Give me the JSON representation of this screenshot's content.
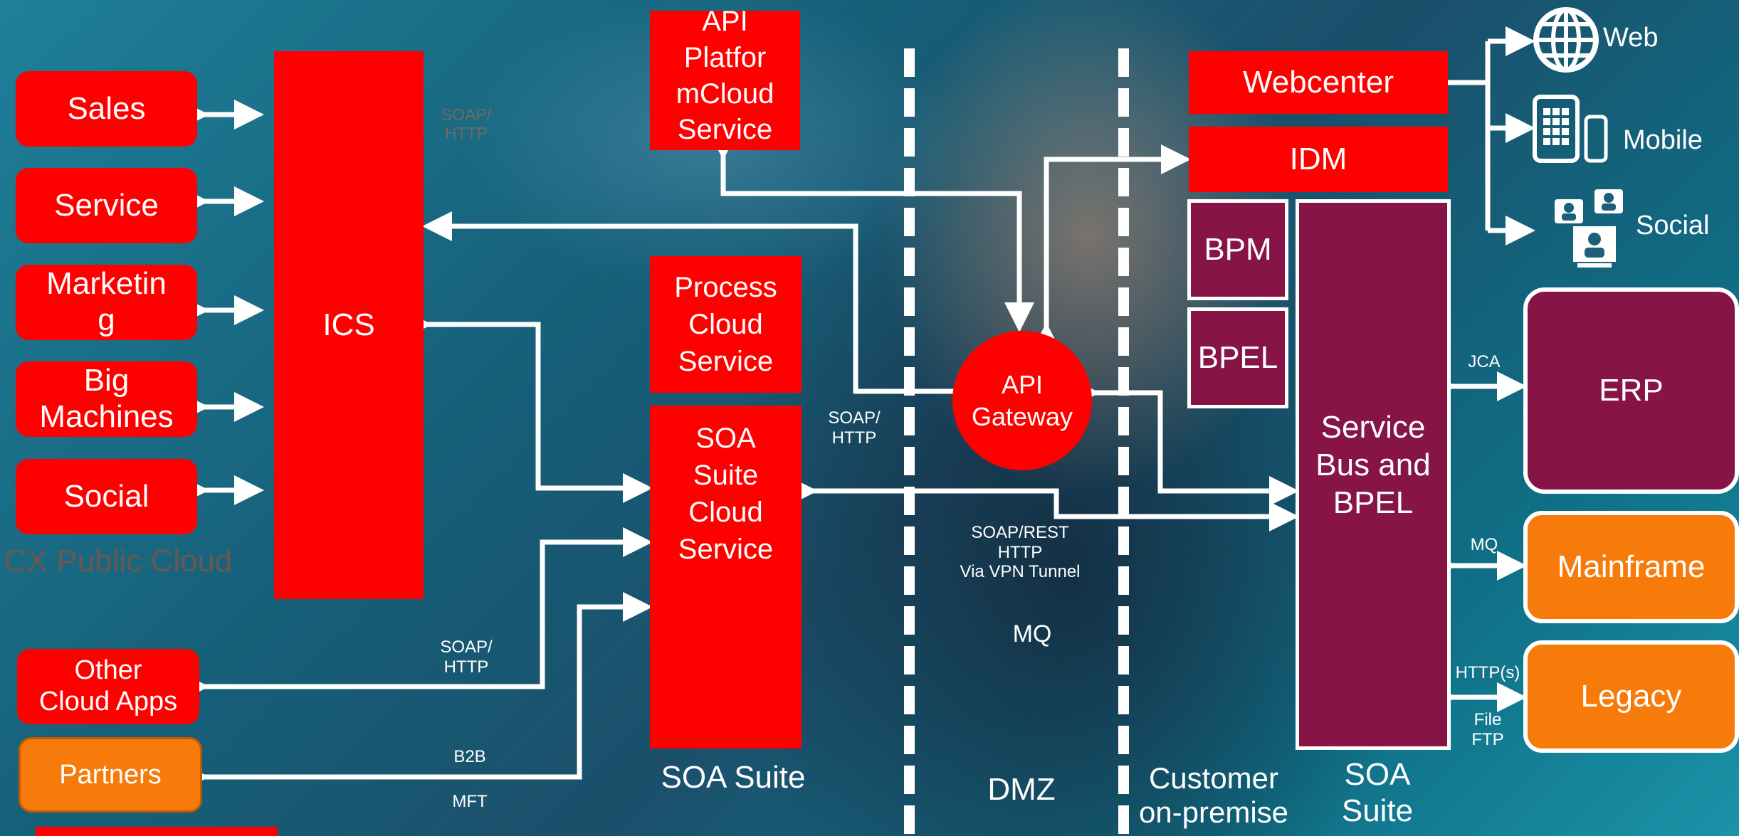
{
  "cx": {
    "items": [
      "Sales",
      "Service",
      "Marketin\ng",
      "Big\nMachines",
      "Social"
    ],
    "caption": "CX Public Cloud"
  },
  "ics": {
    "label": "ICS"
  },
  "soap_http_top": "SOAP/\nHTTP",
  "api_platform": {
    "label": "API\nPlatfor\nmCloud\nService"
  },
  "process_cloud": {
    "label": "Process\nCloud\nService"
  },
  "soa_cloud": {
    "label": "SOA\nSuite\nCloud\nService"
  },
  "soa_cloud_protocol": "SOAP/\nHTTP",
  "soa_suite_caption": "SOA Suite",
  "other_cloud": {
    "label": "Other\nCloud Apps",
    "protocol": "SOAP/\nHTTP"
  },
  "partners": {
    "label": "Partners",
    "protocol": "B2B",
    "protocol2": "MFT"
  },
  "api_gateway": {
    "label": "API\nGateway"
  },
  "dmz": {
    "tunnel_text": "SOAP/REST\nHTTP\nVia VPN Tunnel",
    "mq": "MQ",
    "caption": "DMZ"
  },
  "webcenter": {
    "label": "Webcenter"
  },
  "idm": {
    "label": "IDM"
  },
  "bpm": {
    "label": "BPM"
  },
  "bpel": {
    "label": "BPEL"
  },
  "service_bus": {
    "label": "Service\nBus and\nBPEL"
  },
  "customer_caption": "Customer\non-premise",
  "soa_suite_onprem_caption": "SOA\nSuite",
  "channels": {
    "web": "Web",
    "mobile": "Mobile",
    "social": "Social"
  },
  "backends": {
    "erp": {
      "label": "ERP",
      "protocol": "JCA"
    },
    "mainframe": {
      "label": "Mainframe",
      "protocol": "MQ"
    },
    "legacy": {
      "label": "Legacy",
      "protocol": "HTTP(s)",
      "protocol2": "File\nFTP"
    }
  },
  "colors": {
    "red": "#ff0000",
    "maroon": "#861446",
    "orange": "#f77b0a",
    "line": "#ffffff"
  }
}
